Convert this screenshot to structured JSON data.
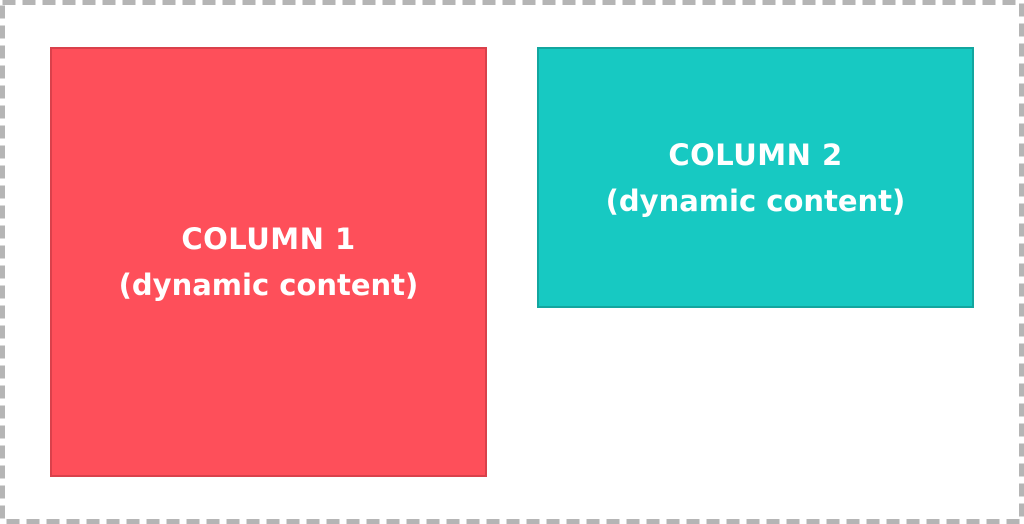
{
  "container": {
    "border_style": "dashed",
    "border_color": "#b5b5b5"
  },
  "columns": [
    {
      "title": "COLUMN 1",
      "subtitle": "(dynamic content)",
      "color": "#fe4f5a"
    },
    {
      "title": "COLUMN 2",
      "subtitle": "(dynamic content)",
      "color": "#17c9c2"
    }
  ]
}
